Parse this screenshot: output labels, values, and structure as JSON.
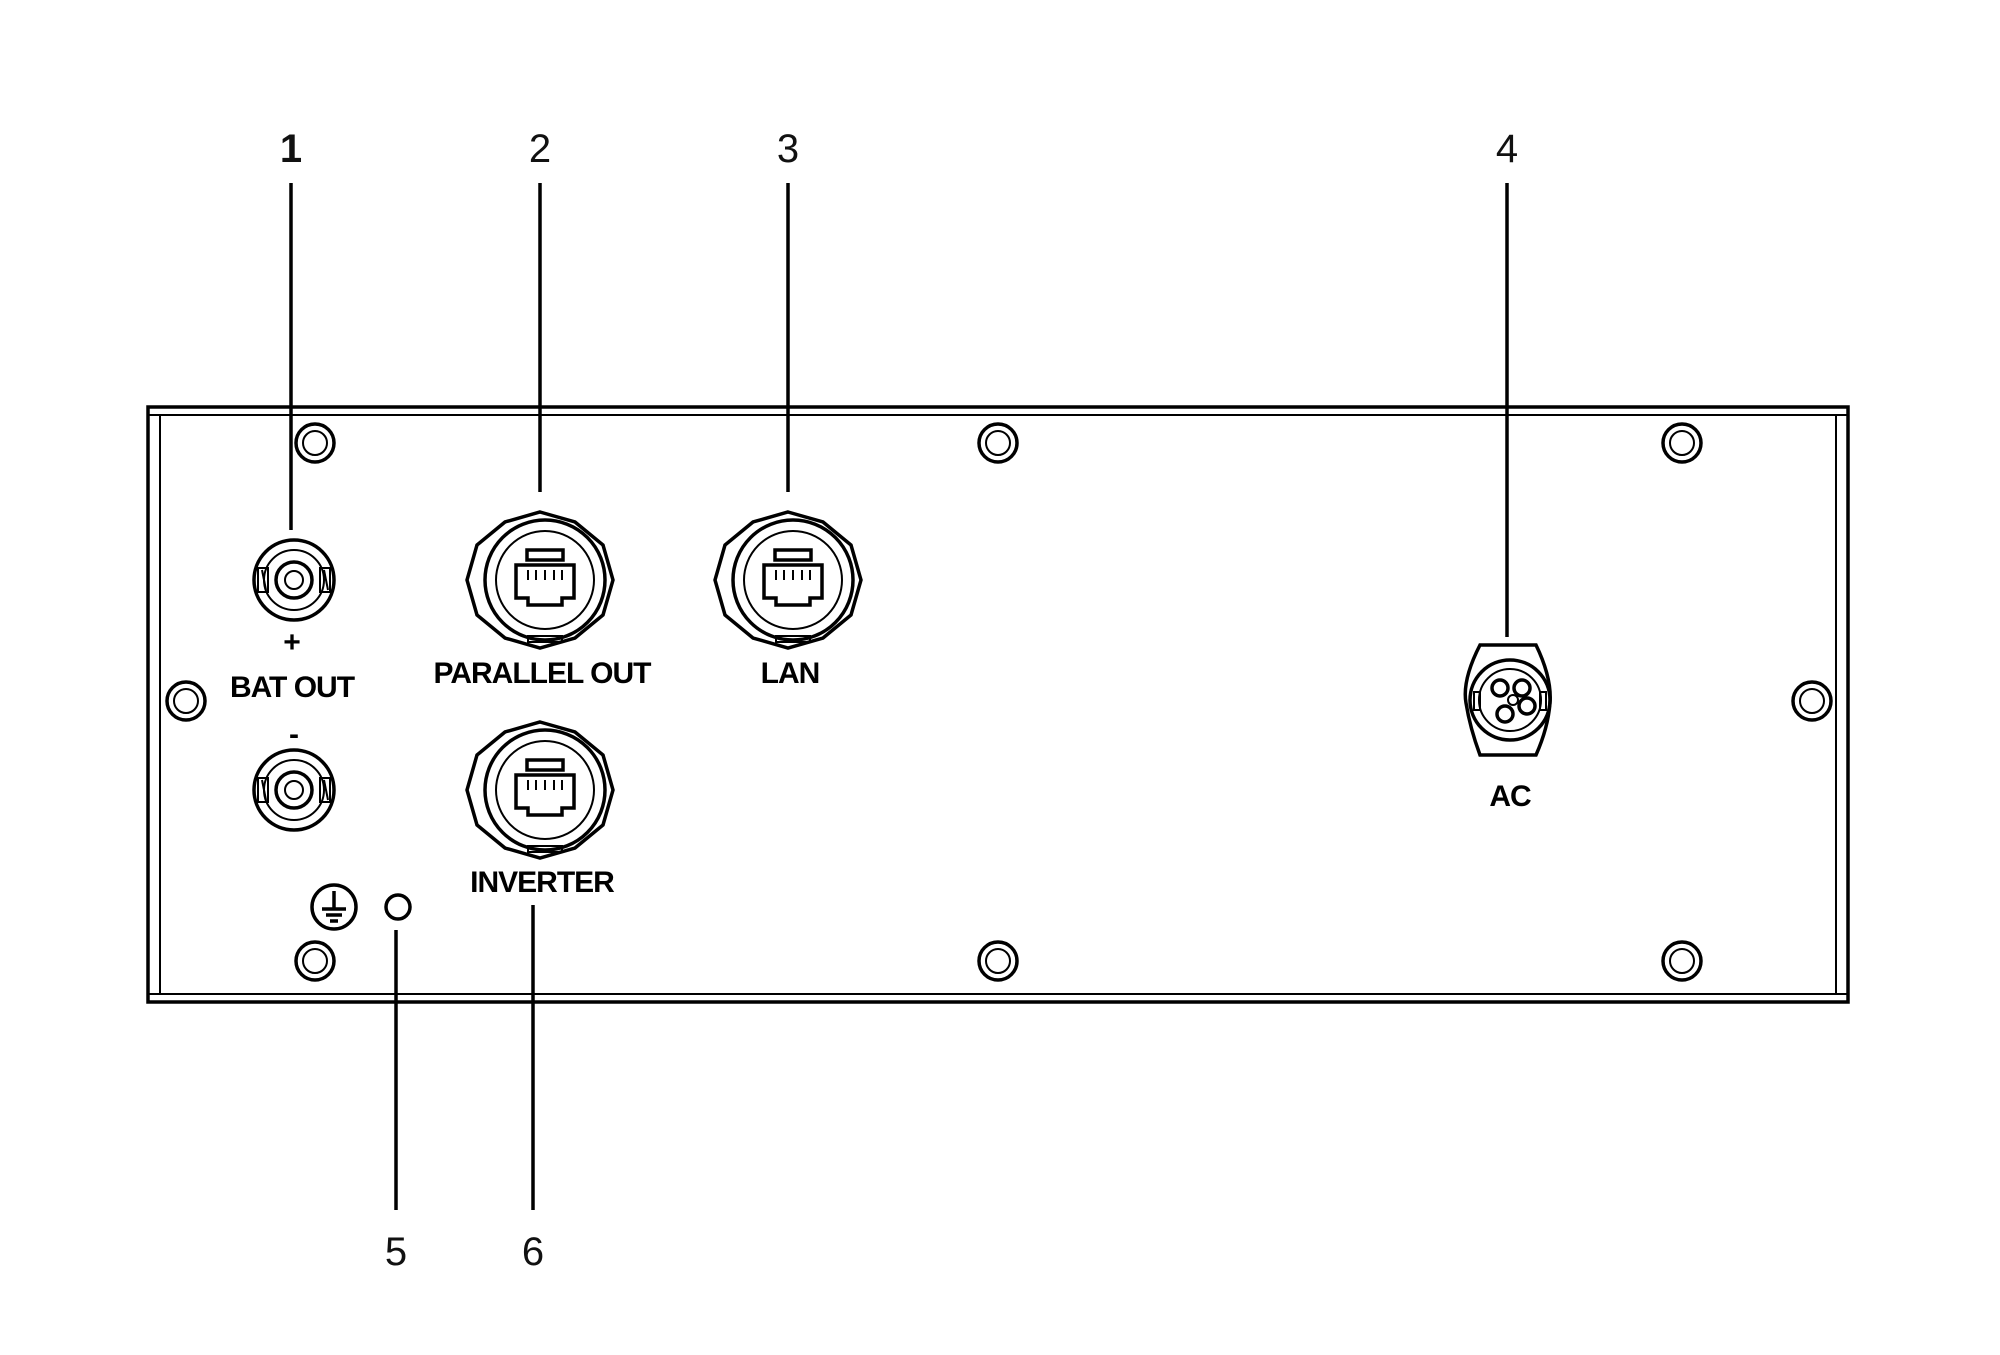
{
  "callouts": {
    "c1": "1",
    "c2": "2",
    "c3": "3",
    "c4": "4",
    "c5": "5",
    "c6": "6"
  },
  "ports": {
    "bat_out": "BAT OUT",
    "bat_plus": "+",
    "bat_minus": "-",
    "parallel_out": "PARALLEL OUT",
    "lan": "LAN",
    "ac": "AC",
    "inverter": "INVERTER"
  },
  "icons": {
    "ground": "ground-symbol-icon",
    "screw": "screw-hole-icon",
    "rj45": "rj45-connector-icon",
    "dc": "dc-connector-icon",
    "ac": "ac-circular-connector-icon"
  },
  "colors": {
    "line": "#000000",
    "background": "#ffffff"
  }
}
